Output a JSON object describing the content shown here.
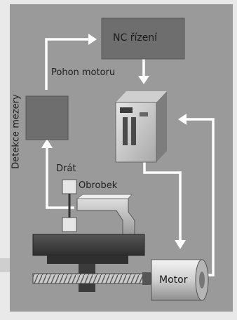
{
  "labels": {
    "nc_control": "NC řízení",
    "motor_drive": "Pohon motoru",
    "gap_detection": "Detekce mezery",
    "wire": "Drát",
    "workpiece": "Obrobek",
    "motor": "Motor"
  },
  "colors": {
    "background": "#9a9a9a",
    "box_fill": "#6e6e6e",
    "arrow": "#ffffff",
    "text": "#222222"
  }
}
